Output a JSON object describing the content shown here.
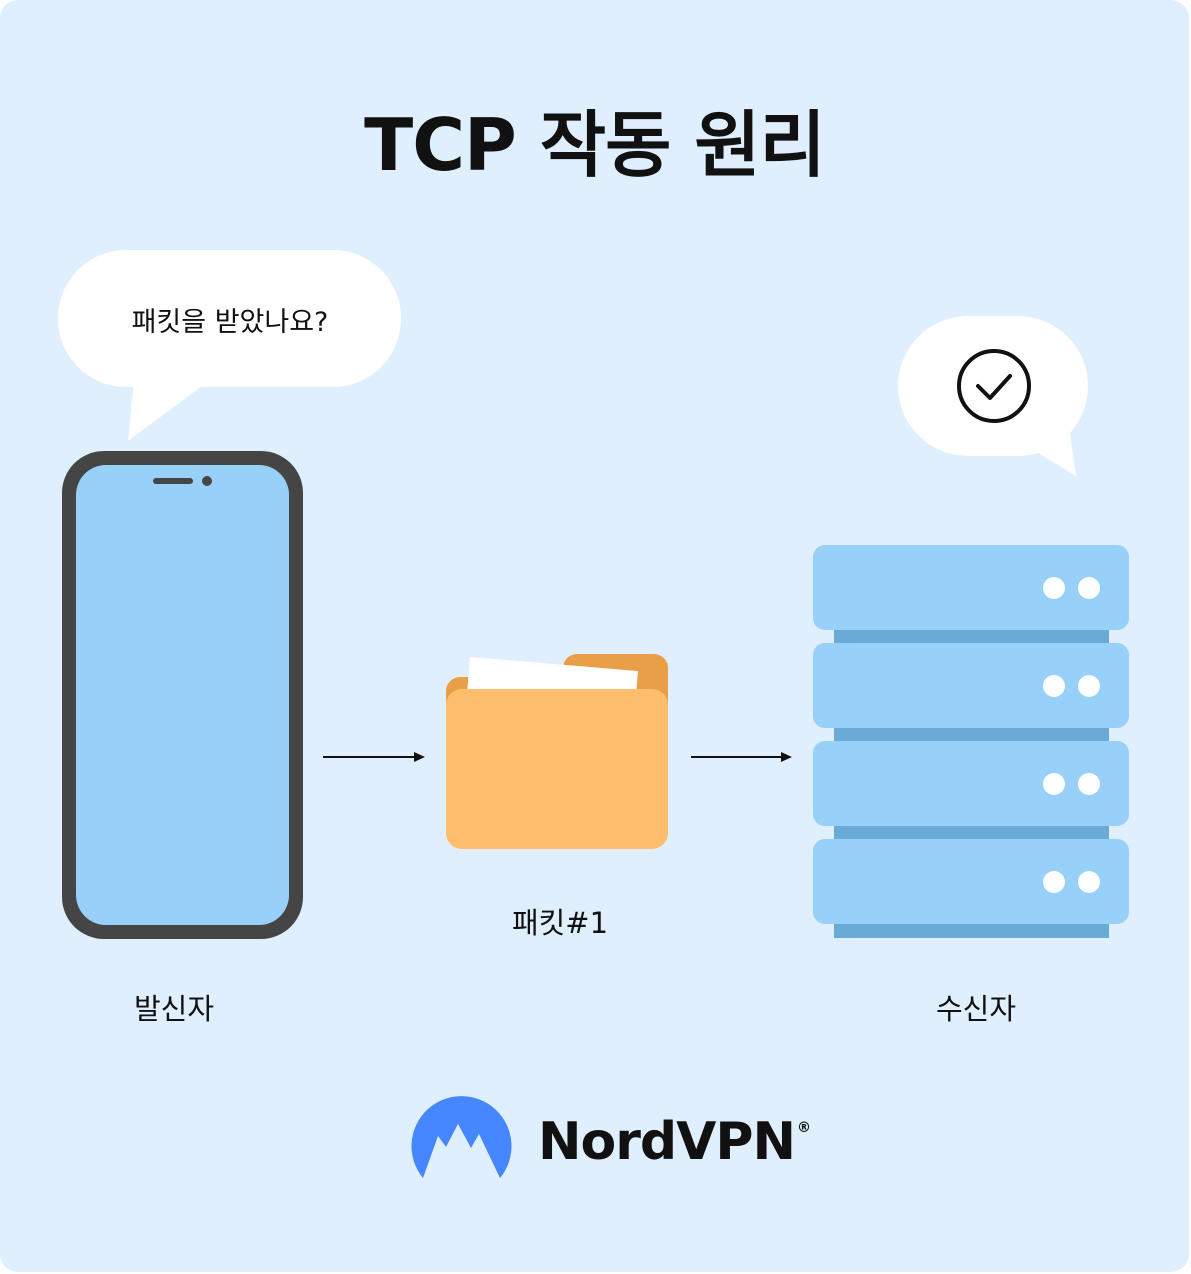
{
  "diagram": {
    "title": "TCP 작동 원리",
    "sender_bubble_text": "패킷을 받았나요?",
    "receiver_bubble_icon": "checkmark-circle-icon",
    "sender_label": "발신자",
    "packet_label": "패킷#1",
    "receiver_label": "수신자"
  },
  "brand": {
    "name": "NordVPN",
    "mark": "®"
  },
  "colors": {
    "background": "#e0effe",
    "phone_frame": "#454545",
    "phone_screen": "#97d0f8",
    "folder_front": "#ffbe6e",
    "folder_back": "#e99e48",
    "server_unit": "#97d0f8",
    "server_shadow": "#6aaad6",
    "brand_blue": "#4687ff"
  }
}
